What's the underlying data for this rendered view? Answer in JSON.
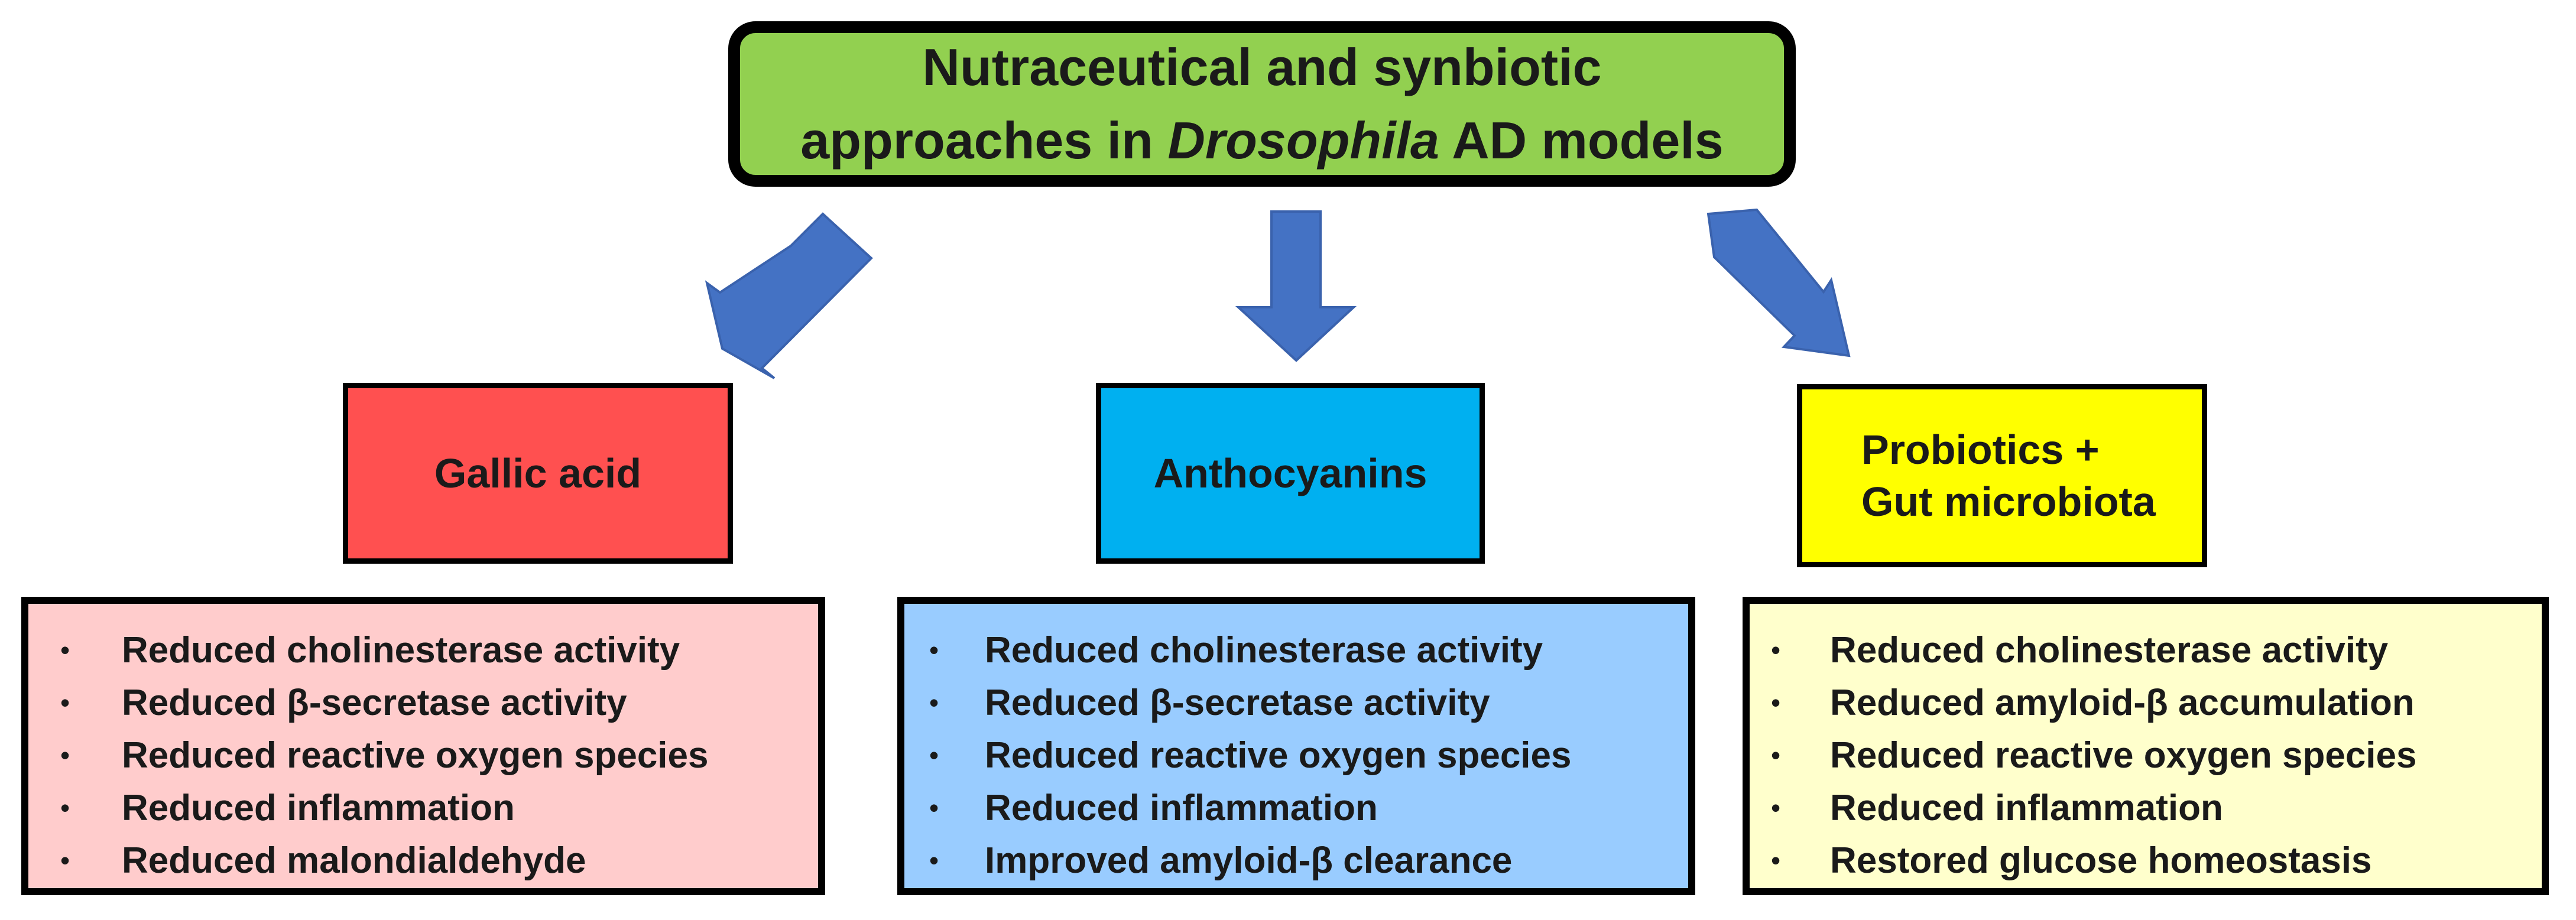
{
  "colors": {
    "title_fill": "#92D050",
    "gallic_fill": "#FF5050",
    "gallic_list_fill": "#FFCCCC",
    "antho_fill": "#00B0F0",
    "antho_list_fill": "#99CCFF",
    "probio_fill": "#FFFF00",
    "probio_list_fill": "#FFFFCC",
    "arrow_fill": "#4472C4",
    "border": "#000000"
  },
  "title": {
    "line1": "Nutraceutical and synbiotic",
    "line2_pre": "approaches in ",
    "line2_italic": "Drosophila",
    "line2_post": " AD models"
  },
  "branches": [
    {
      "label": "Gallic acid",
      "effects": [
        "Reduced cholinesterase activity",
        "Reduced β-secretase activity",
        "Reduced reactive oxygen species",
        "Reduced inflammation",
        "Reduced malondialdehyde"
      ]
    },
    {
      "label": "Anthocyanins",
      "effects": [
        "Reduced cholinesterase activity",
        "Reduced β-secretase activity",
        "Reduced reactive oxygen species",
        "Reduced inflammation",
        "Improved amyloid-β clearance"
      ]
    },
    {
      "label_line1": "Probiotics +",
      "label_line2": "Gut microbiota",
      "effects": [
        "Reduced cholinesterase activity",
        "Reduced amyloid-β accumulation",
        "Reduced reactive oxygen species",
        "Reduced inflammation",
        "Restored glucose homeostasis"
      ]
    }
  ],
  "bullet_glyph": "•"
}
